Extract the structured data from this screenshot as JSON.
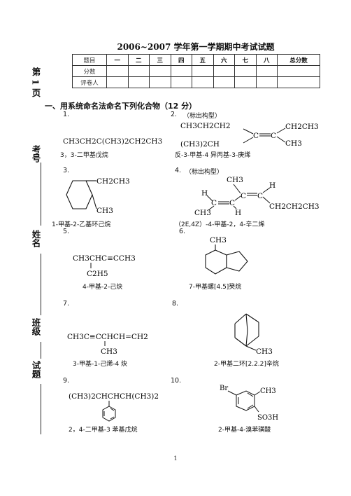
{
  "side_labels": {
    "page": "第 1 页",
    "exam_no": "考号",
    "name": "姓名",
    "class": "班级",
    "paper": "试题"
  },
  "title": "2006~2007 学年第一学期期中考试试题",
  "score_table": {
    "header": [
      "题目",
      "一",
      "二",
      "三",
      "四",
      "五",
      "六",
      "七",
      "八",
      "总分数"
    ],
    "rows": [
      "分数",
      "评卷人"
    ]
  },
  "section_heading": "一、用系统命名法命名下列化合物（12 分）",
  "questions": [
    {
      "num": "1.",
      "formula": "CH3CH2C(CH3)2CH2CH3",
      "answer": "3，3-二甲基戊烷"
    },
    {
      "num": "2.",
      "note": "（标出构型）",
      "groups": [
        "CH3CH2CH2",
        "(CH3)2CH",
        "CH2CH3",
        "CH3"
      ],
      "answer": "反-3-甲基-4 异丙基-3-庚烯"
    },
    {
      "num": "3.",
      "groups": [
        "CH2CH3",
        "CH3"
      ],
      "answer": "1-甲基-2-乙基环己烷"
    },
    {
      "num": "4.",
      "note": "（标出构型）",
      "groups": [
        "CH3",
        "H",
        "H",
        "CH3",
        "H",
        "CH2CH2CH3"
      ],
      "answer": "（2E,4Z）-4-甲基-2，4-辛二烯"
    },
    {
      "num": "5.",
      "formula": "CH3CHC≡CCH3",
      "sub": "C2H5",
      "answer": "4-甲基-2-己炔"
    },
    {
      "num": "6.",
      "groups": [
        "CH3"
      ],
      "answer": "7-甲基螺[4.5]癸烷"
    },
    {
      "num": "7.",
      "formula": "CH3C≡CCHCH=CH2",
      "sub": "CH3",
      "answer": "3-甲基-1-己烯-4 炔"
    },
    {
      "num": "8.",
      "groups": [
        "CH3"
      ],
      "answer": "2-甲基二环[2.2.2]辛烷"
    },
    {
      "num": "9.",
      "formula": "(CH3)2CHCHCH(CH3)2",
      "answer": "2，4-二甲基-3 苯基戊烷"
    },
    {
      "num": "10.",
      "groups": [
        "Br",
        "CH3",
        "SO3H"
      ],
      "answer": "2-甲基-4-溴苯磺酸"
    }
  ],
  "page_number": "1"
}
